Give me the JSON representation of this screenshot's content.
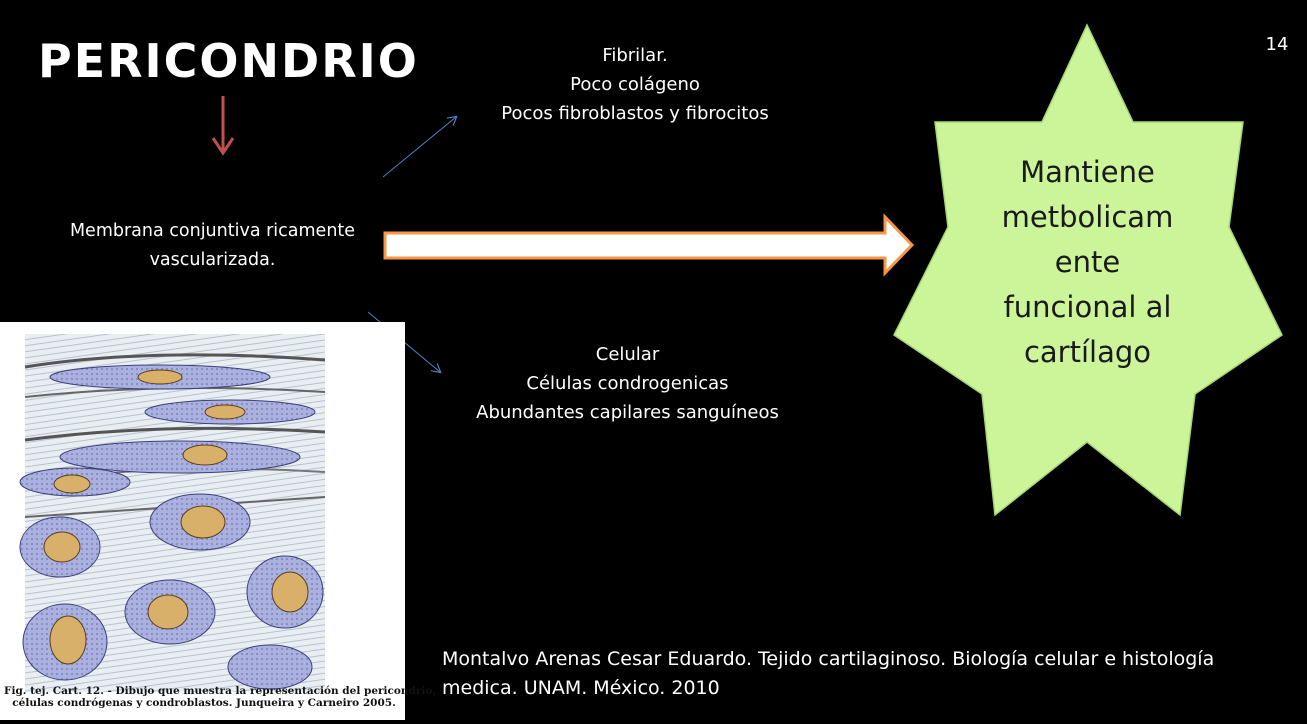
{
  "slide": {
    "title": "Pericondrio",
    "number": "14"
  },
  "membrana": {
    "lines": [
      "Membrana conjuntiva ricamente",
      "vascularizada."
    ]
  },
  "fibrilar": {
    "lines": [
      "Fibrilar.",
      "Poco colágeno",
      "Pocos fibroblastos y fibrocitos"
    ]
  },
  "celular": {
    "lines": [
      "Celular",
      "Células condrogenicas",
      "Abundantes capilares sanguíneos"
    ]
  },
  "star": {
    "lines": [
      "Mantiene",
      "metbolicam",
      "ente",
      "funcional al",
      "cartílago"
    ],
    "fill": "#ccf59a",
    "stroke": "#a8d873"
  },
  "figure": {
    "caption_lines": [
      "Fig. tej. Cart. 12. - Dibujo que muestra la representación del pericondrio,",
      "células condrógenas y condroblastos. Junqueira y Carneiro 2005."
    ]
  },
  "citation": {
    "lines": [
      "Montalvo Arenas Cesar Eduardo. Tejido cartilaginoso. Biología celular e histología",
      "medica. UNAM. México. 2010"
    ]
  },
  "colors": {
    "background": "#000000",
    "down_arrow": "#c0504d",
    "block_arrow_fill": "#ffffff",
    "block_arrow_stroke": "#f79646",
    "thin_arrow": "#4f81bd"
  }
}
